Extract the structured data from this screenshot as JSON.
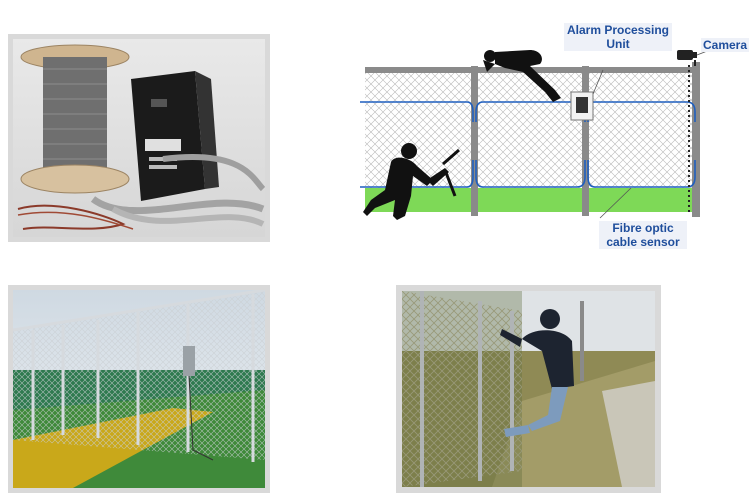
{
  "diagram": {
    "labels": {
      "alarm_unit": "Alarm Processing Unit",
      "camera": "Camera",
      "sensor": "Fibre optic cable sensor"
    }
  },
  "colors": {
    "label_text": "#1f4e9c",
    "label_bg": "#eef1f8",
    "fiber_line": "#1f5fbf",
    "grass": "#7ed957",
    "fence_post": "#8a8a8a",
    "photo_frame": "#d9d9d9"
  },
  "icons": [
    "camera-icon",
    "alarm-processing-unit-icon",
    "intruder-silhouette-icon",
    "cable-spool-icon"
  ]
}
